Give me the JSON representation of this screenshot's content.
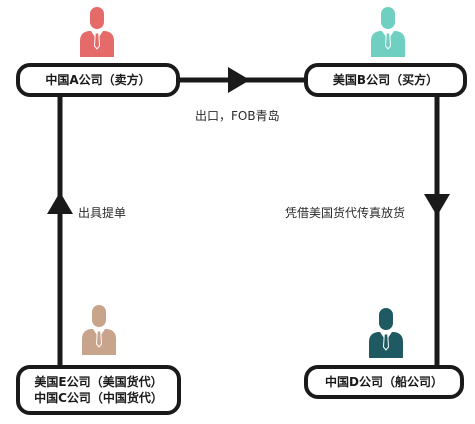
{
  "nodes": {
    "a": {
      "line1": "中国A公司（卖方）",
      "icon": "person-icon",
      "color": "#E56A6A"
    },
    "b": {
      "line1": "美国B公司（买方）",
      "icon": "person-icon",
      "color": "#6FCFC0"
    },
    "e": {
      "line1": "美国E公司（美国货代）",
      "line2": "中国C公司（中国货代）",
      "icon": "person-icon",
      "color": "#C9A48C"
    },
    "d": {
      "line1": "中国D公司（船公司）",
      "icon": "person-icon",
      "color": "#1F5A63"
    }
  },
  "edges": {
    "a_to_b": {
      "label": "出口，FOB青岛"
    },
    "e_to_a": {
      "label": "出具提单"
    },
    "b_to_d": {
      "label": "凭借美国货代传真放货"
    }
  },
  "line_color": "#1a1a1a"
}
